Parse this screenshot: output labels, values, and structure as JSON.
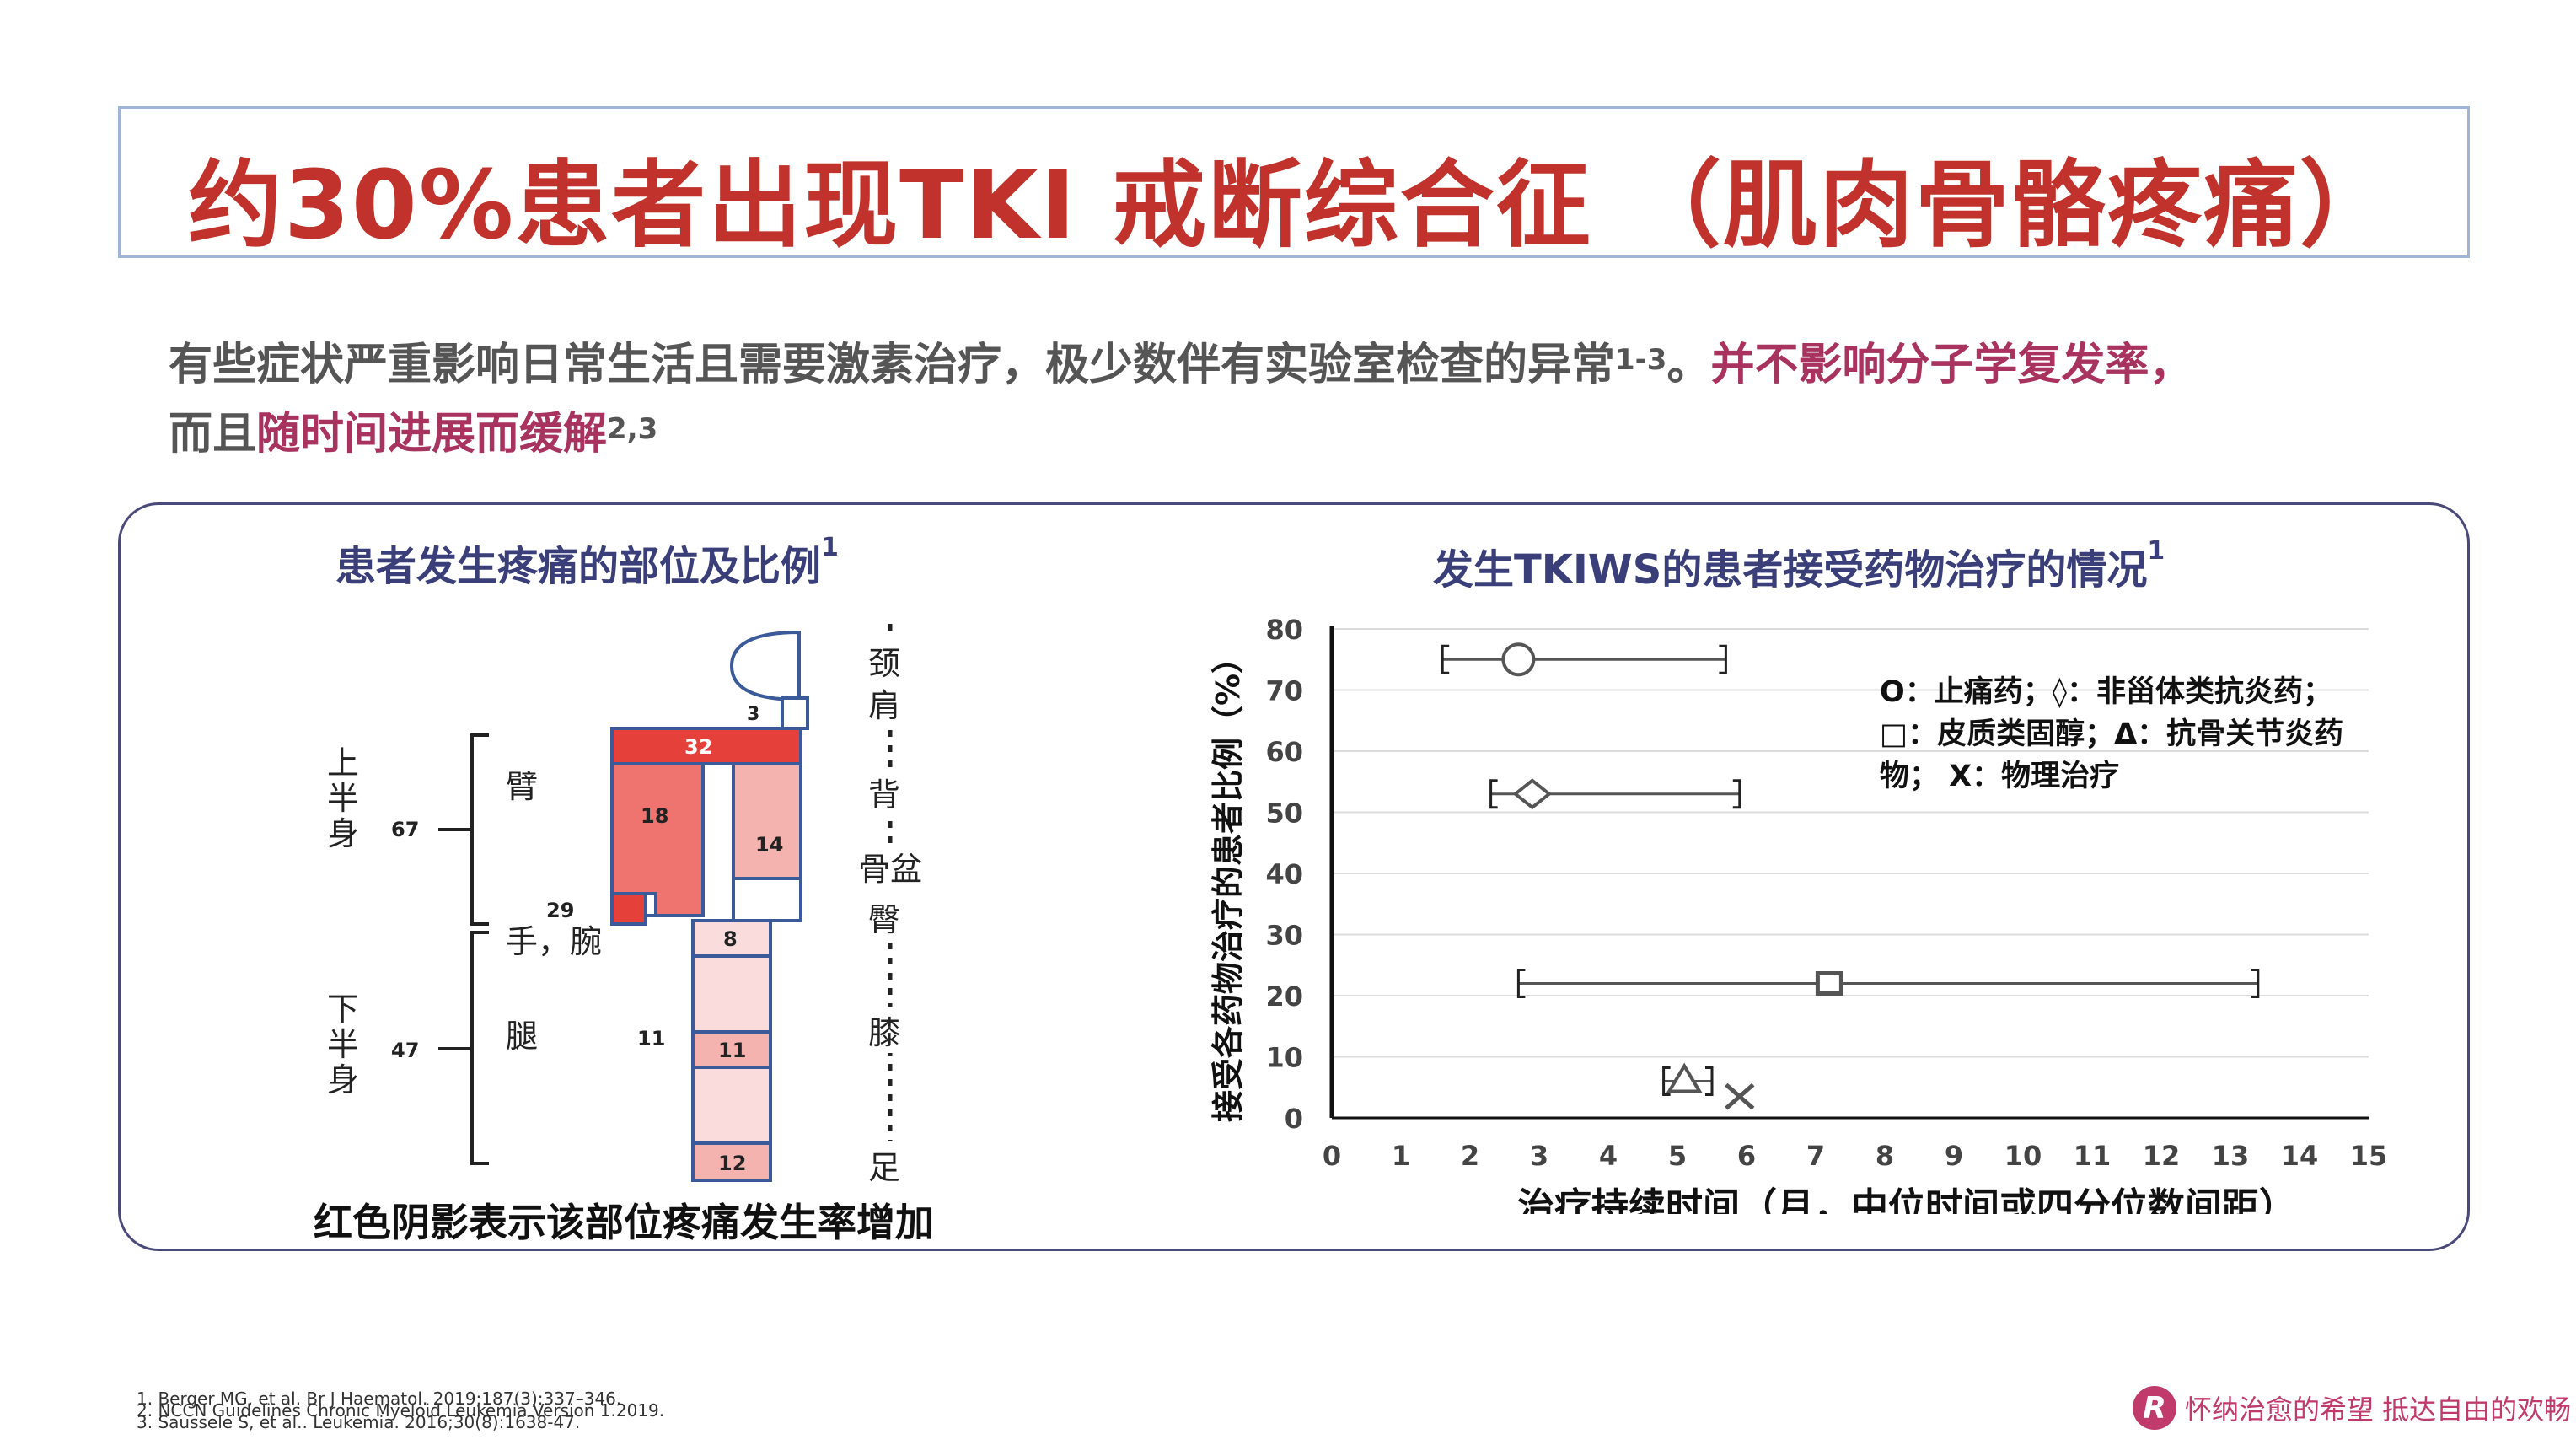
{
  "title": "约30%患者出现TKI 戒断综合征 （肌肉骨骼疼痛）",
  "subtitle": {
    "part1": "有些症状严重影响日常生活且需要激素治疗，极少数伴有实验室检查的异常",
    "sup1": "1-3",
    "part2": "。",
    "highlight1": "并不影响分子学复发率，",
    "line2_prefix": "而且",
    "highlight2": "随时间进展而缓解",
    "sup2": "2,3"
  },
  "left_panel": {
    "title": "患者发生疼痛的部位及比例",
    "title_sup": "1",
    "caption": "红色阴影表示该部位疼痛发生率增加",
    "labels": {
      "upper_body": "上半身",
      "upper_value": "67",
      "lower_body": "下半身",
      "lower_value": "47",
      "arm": "臂",
      "hand_wrist": "手，腕",
      "hand_value": "29",
      "leg": "腿",
      "leg_value": "11"
    },
    "right_labels": [
      "颈",
      "肩",
      "背",
      "骨盆",
      "臀",
      "膝",
      "足"
    ],
    "cells": {
      "neck": "3",
      "shoulder": "32",
      "upper_arm": "18",
      "back": "14",
      "hip": "8",
      "knee": "11",
      "foot": "12"
    },
    "colors": {
      "dark_red": "#e5403a",
      "mid_red": "#ef7470",
      "light_red": "#f5b3b0",
      "pale_red": "#fbdcdc",
      "outline": "#3a5a9a"
    }
  },
  "right_panel": {
    "title": "发生TKIWS的患者接受药物治疗的情况",
    "title_sup": "1",
    "legend": {
      "line1": "O：止痛药；◊：非甾体类抗炎药；",
      "line2": "□：皮质类固醇；Δ：抗骨关节炎药",
      "line3": "物； X：物理治疗"
    },
    "chart_data": {
      "type": "scatter",
      "xlabel": "治疗持续时间（月，中位时间或四分位数间距）",
      "ylabel": "接受各药物治疗的患者比例（%）",
      "xlim": [
        0,
        15
      ],
      "ylim": [
        0,
        80
      ],
      "x_ticks": [
        "0",
        "1",
        "2",
        "3",
        "4",
        "5",
        "6",
        "7",
        "8",
        "9",
        "10",
        "11",
        "12",
        "13",
        "14",
        "15"
      ],
      "y_ticks": [
        "0",
        "10",
        "20",
        "30",
        "40",
        "50",
        "60",
        "70",
        "80"
      ],
      "grid": true,
      "series": [
        {
          "name": "止痛药",
          "marker": "circle",
          "x": 2.7,
          "y": 75,
          "xerr": [
            1.6,
            5.7
          ]
        },
        {
          "name": "非甾体类抗炎药",
          "marker": "diamond",
          "x": 2.9,
          "y": 53,
          "xerr": [
            2.3,
            5.9
          ]
        },
        {
          "name": "皮质类固醇",
          "marker": "square",
          "x": 7.2,
          "y": 22,
          "xerr": [
            2.7,
            13.4
          ]
        },
        {
          "name": "抗骨关节炎药物",
          "marker": "triangle",
          "x": 5.1,
          "y": 6,
          "xerr": [
            4.8,
            5.5
          ]
        },
        {
          "name": "物理治疗",
          "marker": "x",
          "x": 5.9,
          "y": 3.5
        }
      ]
    }
  },
  "references": [
    "1. Berger MG, et al. Br J Haematol. 2019;187(3):337–346.",
    "2. NCCN Guidelines Chronic Myeloid Leukemia Version 1.2019.",
    "3. Saussele S, et al.. Leukemia. 2016;30(8):1638-47."
  ],
  "brand": {
    "icon": "R",
    "text": "怀纳治愈的希望 抵达自由的欢畅",
    "color": "#c03b6b"
  }
}
